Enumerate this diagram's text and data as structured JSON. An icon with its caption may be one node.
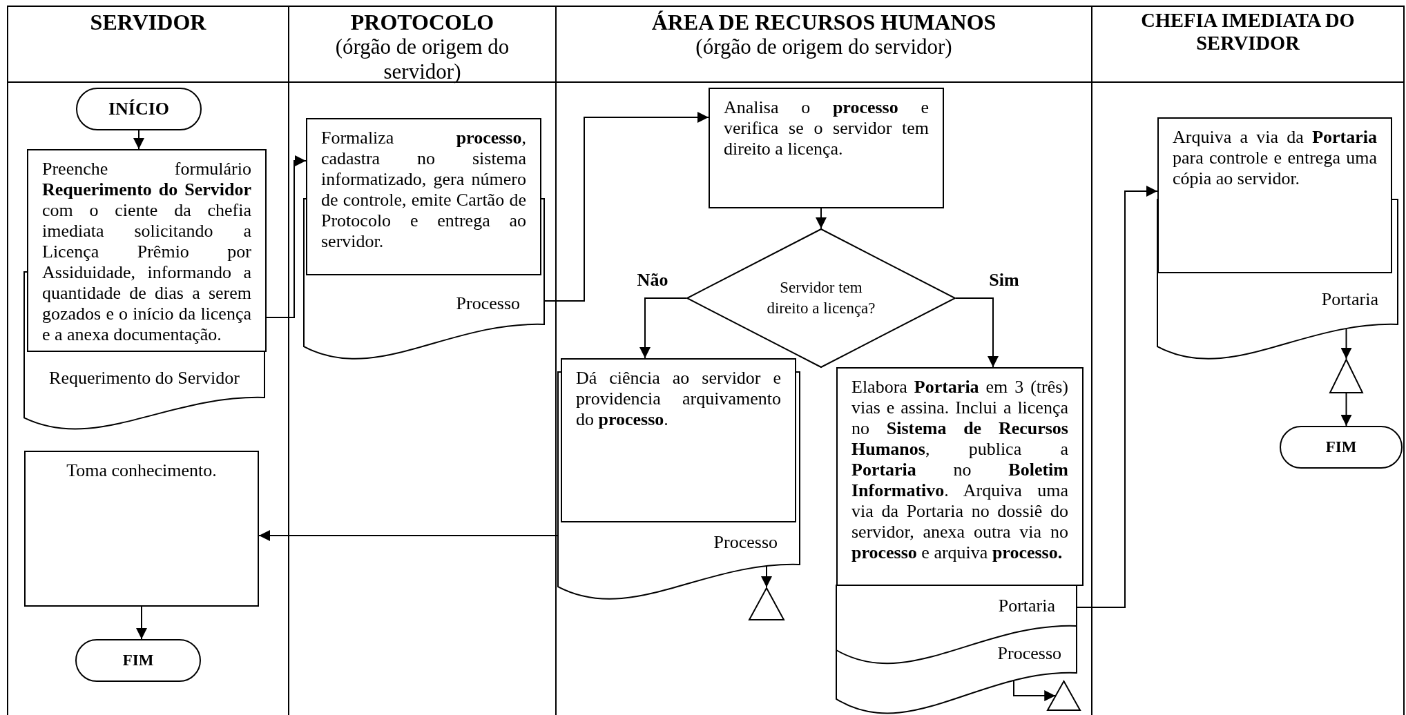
{
  "diagram": {
    "nodes": [
      {
        "text": [
          "SERVIDOR"
        ]
      },
      {
        "text": [
          "PROTOCOLO",
          "(órgão de origem do servidor)"
        ]
      },
      {
        "text": [
          "ÁREA DE RECURSOS HUMANOS",
          "(órgão de origem do servidor)"
        ]
      },
      {
        "text": [
          "CHEFIA IMEDIATA DO SERVIDOR"
        ]
      },
      {
        "text": [
          "INÍCIO"
        ],
        "in": 0
      },
      {
        "text": [
          "Preenche formulário **Requerimento do Servidor** com o ciente da chefia imediata solicitando a Licença Prêmio por Assiduidade, informando a quantidade de dias a serem gozados e o início da licença e a anexa documentação."
        ],
        "in": 0
      },
      {
        "text": [
          "Requerimento do Servidor"
        ],
        "in": 0
      },
      {
        "text": [
          "Formaliza **processo**, cadastra no sistema informatizado, gera número de controle, emite Cartão de Protocolo e entrega ao servidor."
        ],
        "in": 1
      },
      {
        "text": [
          "Processo"
        ],
        "in": 1
      },
      {
        "text": [
          "Analisa o **processo** e verifica se o servidor tem direito a licença."
        ],
        "in": 2
      },
      {
        "text": [
          "Servidor tem direito a licença?"
        ],
        "in": 2
      },
      {
        "text": [
          "Dá ciência ao servidor e providencia arquivamento do **processo**."
        ],
        "in": 2
      },
      {
        "text": [
          "Processo"
        ],
        "in": 2
      },
      {
        "text": [],
        "shape": "triangle",
        "in": 2
      },
      {
        "text": [
          "Elabora **Portaria** em 3 (três) vias e assina. Inclui a licença no **Sistema de Recursos Humanos**, publica a **Portaria** no **Boletim Informativo**. Arquiva uma via da Portaria no dossiê do servidor, anexa outra via no **processo** e arquiva **processo.**"
        ],
        "in": 2
      },
      {
        "text": [
          "Portaria"
        ],
        "in": 2
      },
      {
        "text": [
          "Processo"
        ],
        "in": 2
      },
      {
        "text": [],
        "shape": "triangle",
        "in": 2
      },
      {
        "text": [
          "Toma conhecimento."
        ],
        "in": 0
      },
      {
        "text": [
          "FIM"
        ],
        "in": 0
      },
      {
        "text": [
          "Arquiva a via da **Portaria** para controle e entrega uma cópia ao servidor."
        ],
        "in": 3
      },
      {
        "text": [
          "Portaria"
        ],
        "in": 3
      },
      {
        "text": [],
        "shape": "triangle",
        "in": 3
      },
      {
        "text": [
          "FIM"
        ],
        "in": 3
      }
    ],
    "edges": [
      {
        "from": 4,
        "to": 5,
        "arrow": "to"
      },
      {
        "from": 5,
        "to": 7,
        "arrow": "to"
      },
      {
        "from": 8,
        "to": 9,
        "arrow": "to"
      },
      {
        "from": 9,
        "to": 10,
        "arrow": "to"
      },
      {
        "from": 10,
        "to": 11,
        "arrow": "to",
        "label": "Não"
      },
      {
        "from": 10,
        "to": 14,
        "arrow": "to",
        "label": "Sim"
      },
      {
        "from": 12,
        "to": 13,
        "arrow": "to"
      },
      {
        "from": 12,
        "to": 18,
        "arrow": "to"
      },
      {
        "from": 18,
        "to": 19,
        "arrow": "to"
      },
      {
        "from": 15,
        "to": 20,
        "arrow": "to"
      },
      {
        "from": 16,
        "to": 17,
        "arrow": "to"
      },
      {
        "from": 21,
        "to": 22,
        "arrow": "to"
      },
      {
        "from": 22,
        "to": 23,
        "arrow": "to"
      }
    ]
  }
}
